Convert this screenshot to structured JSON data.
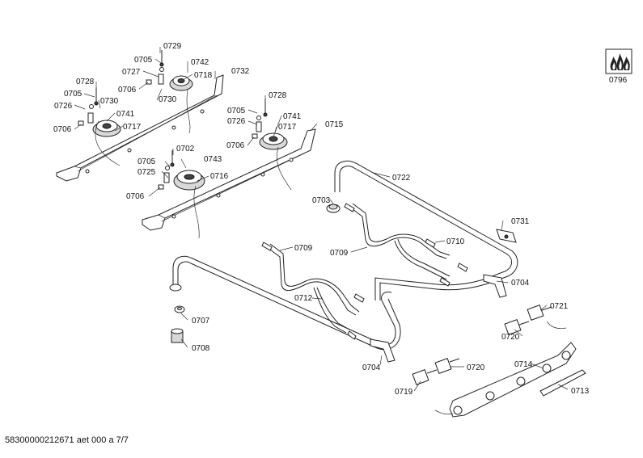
{
  "labels": {
    "l0729": "0729",
    "l0705a": "0705",
    "l0742": "0742",
    "l0727": "0727",
    "l0732": "0732",
    "l0706a": "0706",
    "l0718": "0718",
    "l0730a": "0730",
    "l0728a": "0728",
    "l0705b": "0705",
    "l0730b": "0730",
    "l0726a": "0726",
    "l0741a": "0741",
    "l0706b": "0706",
    "l0717a": "0717",
    "l0705c": "0705",
    "l0728b": "0728",
    "l0726b": "0726",
    "l0741b": "0741",
    "l0717b": "0717",
    "l0715": "0715",
    "l0706c": "0706",
    "l0702": "0702",
    "l0705d": "0705",
    "l0743": "0743",
    "l0725": "0725",
    "l0716": "0716",
    "l0706d": "0706",
    "l0722": "0722",
    "l0703": "0703",
    "l0731": "0731",
    "l0709a": "0709",
    "l0710": "0710",
    "l0709b": "0709",
    "l0704a": "0704",
    "l0712": "0712",
    "l0707": "0707",
    "l0708": "0708",
    "l0704b": "0704",
    "l0721": "0721",
    "l0720a": "0720",
    "l0720b": "0720",
    "l0714": "0714",
    "l0719": "0719",
    "l0713": "0713",
    "l0796": "0796"
  },
  "footer": "58300000212671 aet 000 a 7/7"
}
